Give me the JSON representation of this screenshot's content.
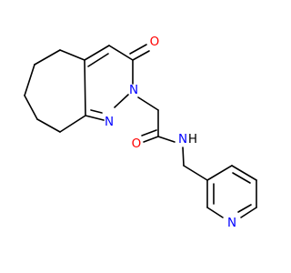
{
  "atom_colors": {
    "O": "#ff0000",
    "N": "#0000ff",
    "C": "#000000"
  },
  "labels": {
    "carbonyl_o_ring": "O",
    "amide_o": "O",
    "ring_n2": "N",
    "ring_n1": "N",
    "amide_n": "N",
    "amide_h": "H",
    "pyridine_n": "N"
  }
}
